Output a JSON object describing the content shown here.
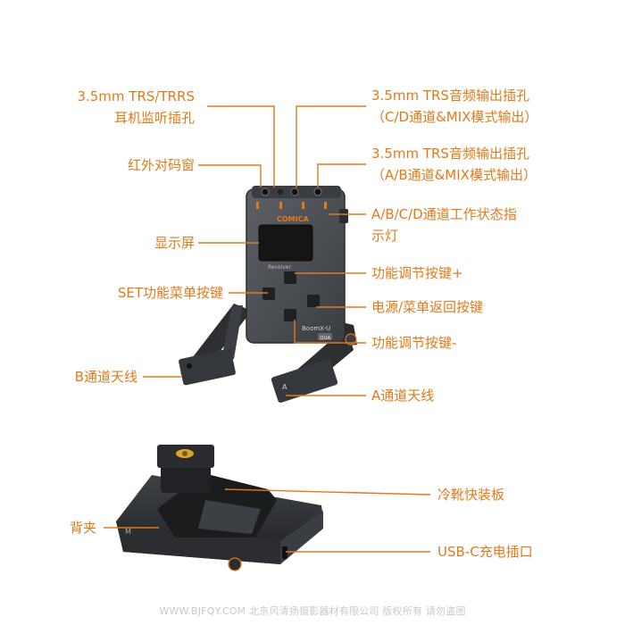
{
  "colors": {
    "accent": "#e07a1b",
    "device": "#4a4d52",
    "device_dark": "#2f3236",
    "screen": "#151515"
  },
  "device_label": {
    "top_brand": "COMICA",
    "bottom_brand": "BoomX-U",
    "badge": "QUA"
  },
  "callouts_left": [
    {
      "lines": [
        "3.5mm TRS/TRRS",
        "耳机监听插孔"
      ]
    },
    {
      "lines": [
        "红外对码窗"
      ]
    },
    {
      "lines": [
        "显示屏"
      ]
    },
    {
      "lines": [
        "SET功能菜单按键"
      ]
    },
    {
      "lines": [
        "B通道天线"
      ]
    }
  ],
  "callouts_right": [
    {
      "lines": [
        "3.5mm TRS音频输出插孔",
        "（C/D通道&MIX模式输出）"
      ]
    },
    {
      "lines": [
        "3.5mm TRS音频输出插孔",
        "（A/B通道&MIX模式输出）"
      ]
    },
    {
      "lines": [
        "A/B/C/D通道工作状态指",
        "示灯"
      ]
    },
    {
      "lines": [
        "功能调节按键+"
      ]
    },
    {
      "lines": [
        "电源/菜单返回按键"
      ]
    },
    {
      "lines": [
        "功能调节按键-"
      ]
    },
    {
      "lines": [
        "A通道天线"
      ]
    }
  ],
  "callouts_bottom": [
    {
      "side": "right",
      "lines": [
        "冷靴快装板"
      ]
    },
    {
      "side": "left",
      "lines": [
        "背夹"
      ]
    },
    {
      "side": "right",
      "lines": [
        "USB-C充电插口"
      ]
    }
  ],
  "watermark": "WWW.BJFQY.COM 北京风清扬摄影器材有限公司 版权所有 请勿盗图"
}
